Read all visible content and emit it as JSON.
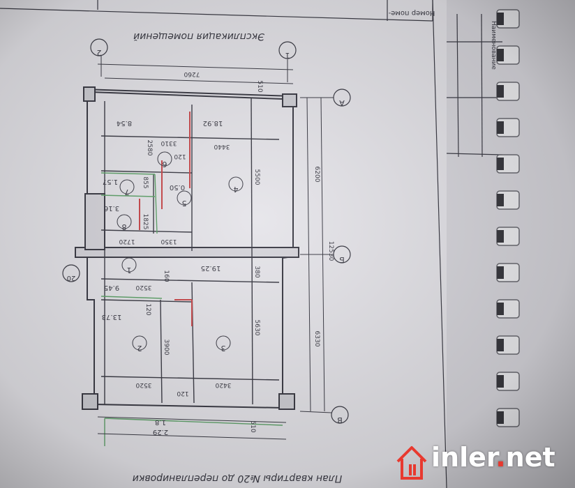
{
  "document": {
    "title": "Экспликация помещений",
    "caption": "План квартиры №20 до перепланировки",
    "table_header": [
      "Номер поме-",
      "Наименование"
    ],
    "axes": {
      "letters": [
        "А",
        "Б",
        "В"
      ],
      "numbers": [
        "1",
        "2",
        "20"
      ]
    },
    "rooms": [
      "1",
      "2",
      "3",
      "4",
      "5",
      "6",
      "7",
      "8"
    ],
    "areas": [
      "18.92",
      "8.54",
      "0.50",
      "1.57",
      "3.16",
      "19.25",
      "9.45",
      "13.73",
      "2.29",
      "1.8"
    ],
    "dimensions": [
      "7260",
      "510",
      "3440",
      "3310",
      "2580",
      "120",
      "5500",
      "855",
      "1825",
      "1720",
      "1350",
      "6200",
      "12530",
      "380",
      "160",
      "3520",
      "5630",
      "3900",
      "6330",
      "3420",
      "120",
      "510"
    ]
  },
  "colors": {
    "paper": "#e4e3e7",
    "ink": "#3b3b45",
    "red_lines": "#c9484b",
    "green_lines": "#5fa36a",
    "watermark_text": "#ffffff",
    "watermark_accent": "#e8392f"
  },
  "watermark": {
    "site": "inler",
    "dot": ".",
    "tld": "net",
    "icon": "house-logo-icon"
  }
}
